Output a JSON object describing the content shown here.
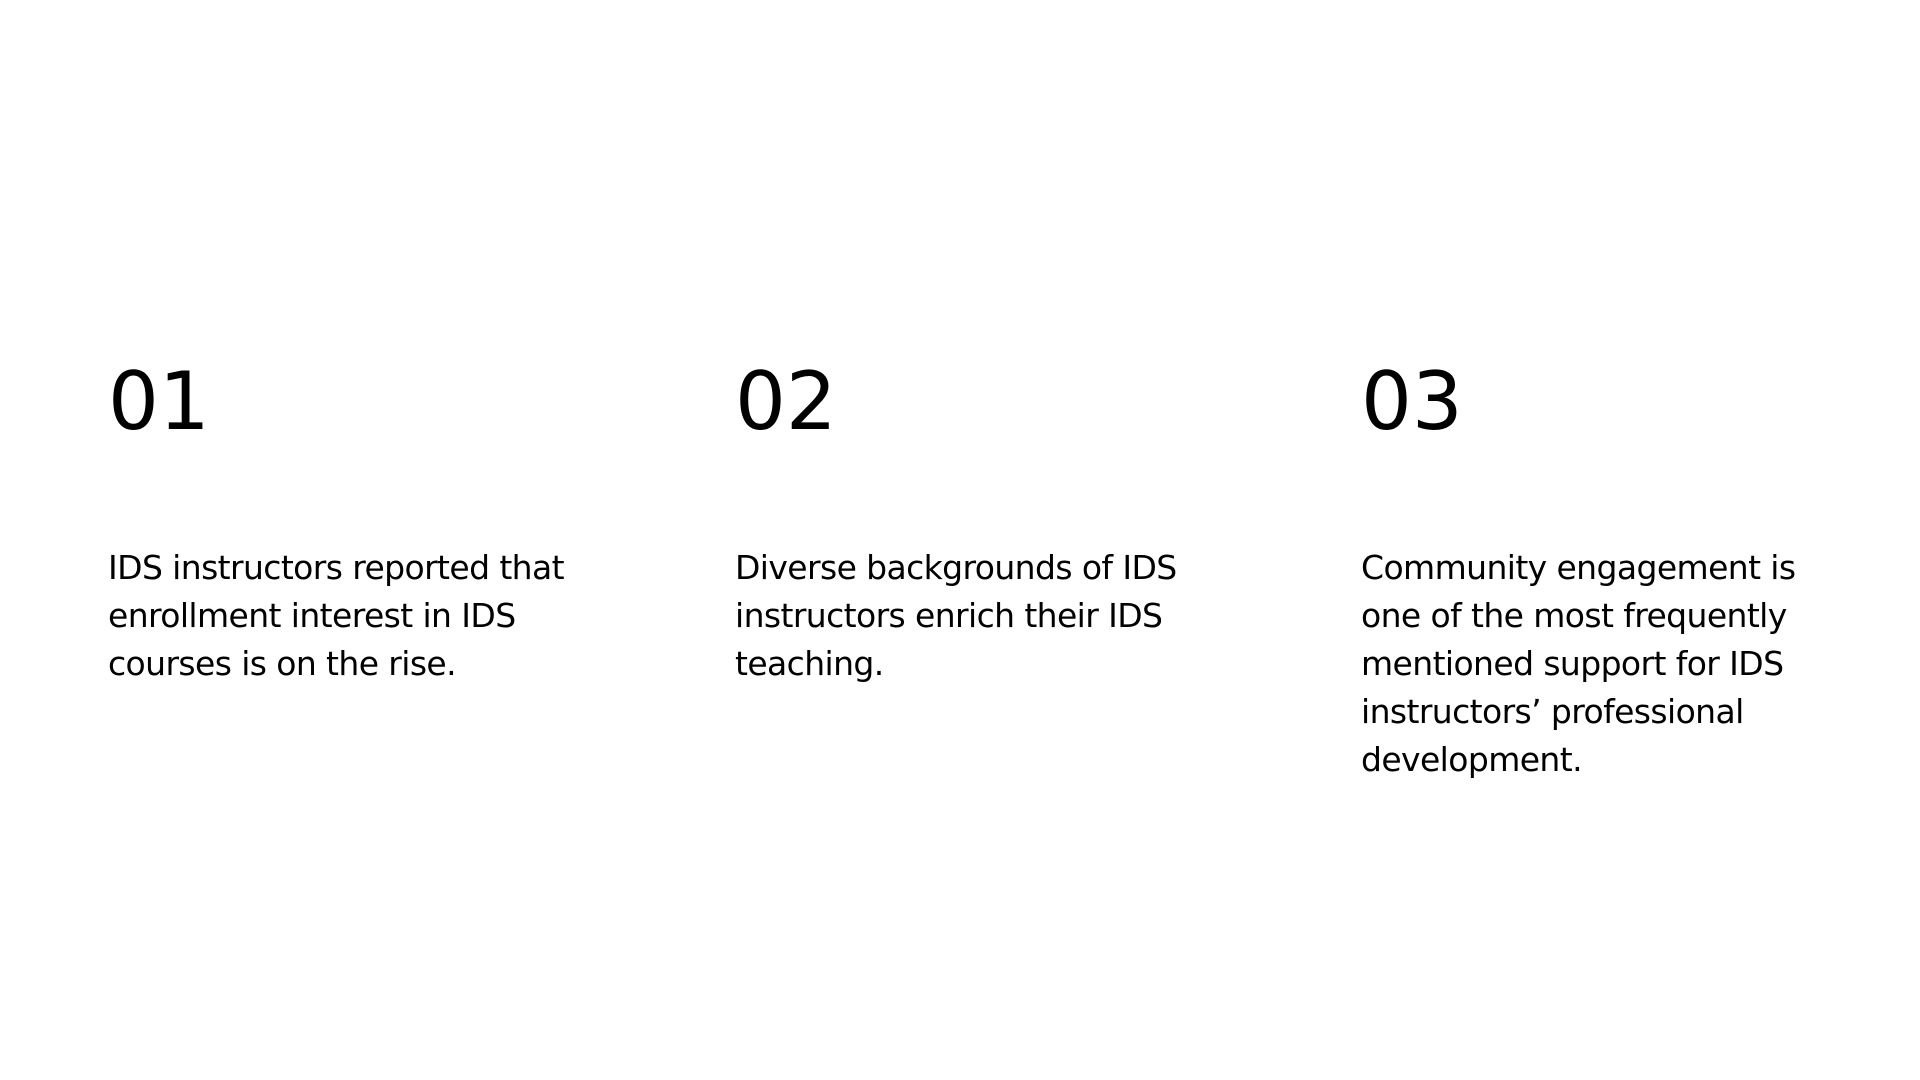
{
  "points": [
    {
      "number": "01",
      "text": "IDS instructors reported that enrollment interest in IDS courses is on the rise."
    },
    {
      "number": "02",
      "text": "Diverse backgrounds of IDS instructors enrich their IDS teaching."
    },
    {
      "number": "03",
      "text": "Community engagement is one of the most frequently mentioned support for IDS instructors’ professional development."
    }
  ]
}
